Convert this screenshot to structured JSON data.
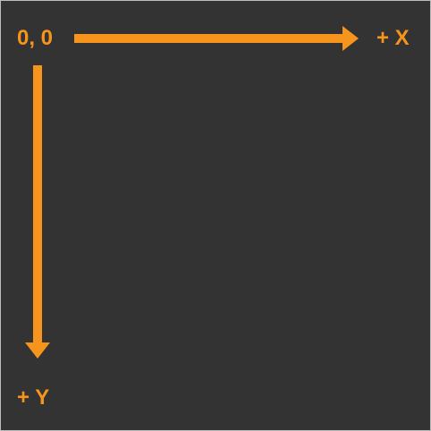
{
  "labels": {
    "origin": "0, 0",
    "x_axis": "+ X",
    "y_axis": "+ Y"
  },
  "colors": {
    "background": "#333333",
    "accent": "#f7941d",
    "frame": "#bdbdbd"
  }
}
